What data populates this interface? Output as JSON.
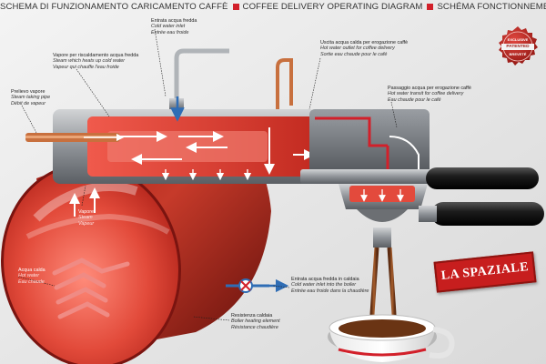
{
  "header": {
    "it": "SCHEMA DI FUNZIONAMENTO CARICAMENTO CAFFÈ",
    "en": "COFFEE DELIVERY OPERATING DIAGRAM",
    "fr": "SCHÉMA FONCTIONNEMENT DÉBIT CA"
  },
  "labels": {
    "cold_inlet": {
      "it": "Entrata acqua fredda",
      "en": "Cold water inlet",
      "fr": "Entrée eau froide"
    },
    "steam_vapor": {
      "it": "Vapore per riscaldamento acqua fredda",
      "en": "Steam which heats up cold water",
      "fr": "Vapeur qui chauffe l'eau froide"
    },
    "hot_outlet": {
      "it": "Uscita acqua calda per erogazione caffè",
      "en": "Hot water outlet for coffee delivery",
      "fr": "Sortie eau chaude pour le café"
    },
    "steam_pipe": {
      "it": "Prelievo vapore",
      "en": "Steam taking pipe",
      "fr": "Débit de vapeur"
    },
    "hot_transit": {
      "it": "Passaggio acqua per erogazione caffè",
      "en": "Hot water transit for coffee delivery",
      "fr": "Eau chaude pour le café"
    },
    "steam": {
      "it": "Vapore",
      "en": "Steam",
      "fr": "Vapeur"
    },
    "hot_water": {
      "it": "Acqua calda",
      "en": "Hot water",
      "fr": "Eau chaude"
    },
    "boiler_inlet": {
      "it": "Entrata acqua fredda in caldaia",
      "en": "Cold water inlet into the boiler",
      "fr": "Entrée eau froide dans la chaudière"
    },
    "heating_element": {
      "it": "Resistenza caldaia",
      "en": "Boiler heating element",
      "fr": "Résistance chaudière"
    }
  },
  "seal": {
    "top": "EXCLUSIVE",
    "middle": "PATENTED",
    "bottom": "BREVETÉ"
  },
  "brand": {
    "name": "LA SPAZIALE"
  },
  "colors": {
    "accent": "#d2202a",
    "steel": "#8f9398",
    "copper": "#c8703e",
    "cold": "#2f6db5",
    "coffee": "#7a3f1a"
  }
}
